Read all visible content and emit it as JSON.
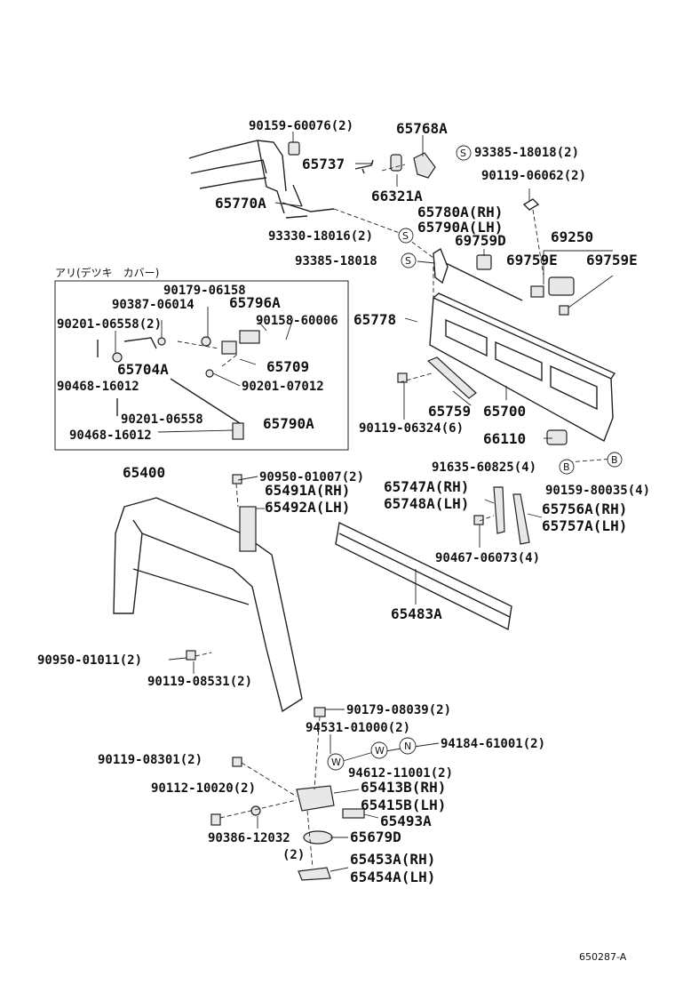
{
  "inset_title": "アリ(デツキ　カバー)",
  "figure_code": "650287-A",
  "labels": {
    "l01": "90159-60076(2)",
    "l02": "65768A",
    "l03": "65737",
    "l04": "93385-18018(2)",
    "l05": "66321A",
    "l06": "90119-06062(2)",
    "l07": "65770A",
    "l08": "65780A(RH)",
    "l09": "65790A(LH)",
    "l10": "93330-18016(2)",
    "l11": "69759D",
    "l12": "69250",
    "l13": "93385-18018",
    "l14": "69759E",
    "l15": "69759E",
    "l16": "90179-06158",
    "l17": "90387-06014",
    "l18": "65796A",
    "l19": "90201-06558(2)",
    "l20": "90158-60006",
    "l21": "65778",
    "l22": "65704A",
    "l23": "65709",
    "l24": "90468-16012",
    "l25": "90201-07012",
    "l26": "90201-06558",
    "l27": "65790A",
    "l28": "90468-16012",
    "l29": "65759",
    "l30": "65700",
    "l31": "90119-06324(6)",
    "l32": "66110",
    "l33": "65400",
    "l34": "90950-01007(2)",
    "l35": "91635-60825(4)",
    "l36": "65491A(RH)",
    "l37": "65747A(RH)",
    "l38": "90159-80035(4)",
    "l39": "65492A(LH)",
    "l40": "65748A(LH)",
    "l41": "65756A(RH)",
    "l42": "65757A(LH)",
    "l43": "90467-06073(4)",
    "l44": "65483A",
    "l45": "90950-01011(2)",
    "l46": "90119-08531(2)",
    "l47": "90179-08039(2)",
    "l48": "94531-01000(2)",
    "l49": "94184-61001(2)",
    "l50": "90119-08301(2)",
    "l51": "94612-11001(2)",
    "l52": "90112-10020(2)",
    "l53": "65413B(RH)",
    "l54": "65415B(LH)",
    "l55": "65493A",
    "l56": "90386-12032",
    "l57": "65679D",
    "l58": "(2)",
    "l59": "65453A(RH)",
    "l60": "65454A(LH)"
  },
  "symbols": {
    "s1": "S",
    "s2": "S",
    "s3": "S",
    "b1": "B",
    "b2": "B",
    "w1": "W",
    "w2": "W",
    "n1": "N"
  }
}
